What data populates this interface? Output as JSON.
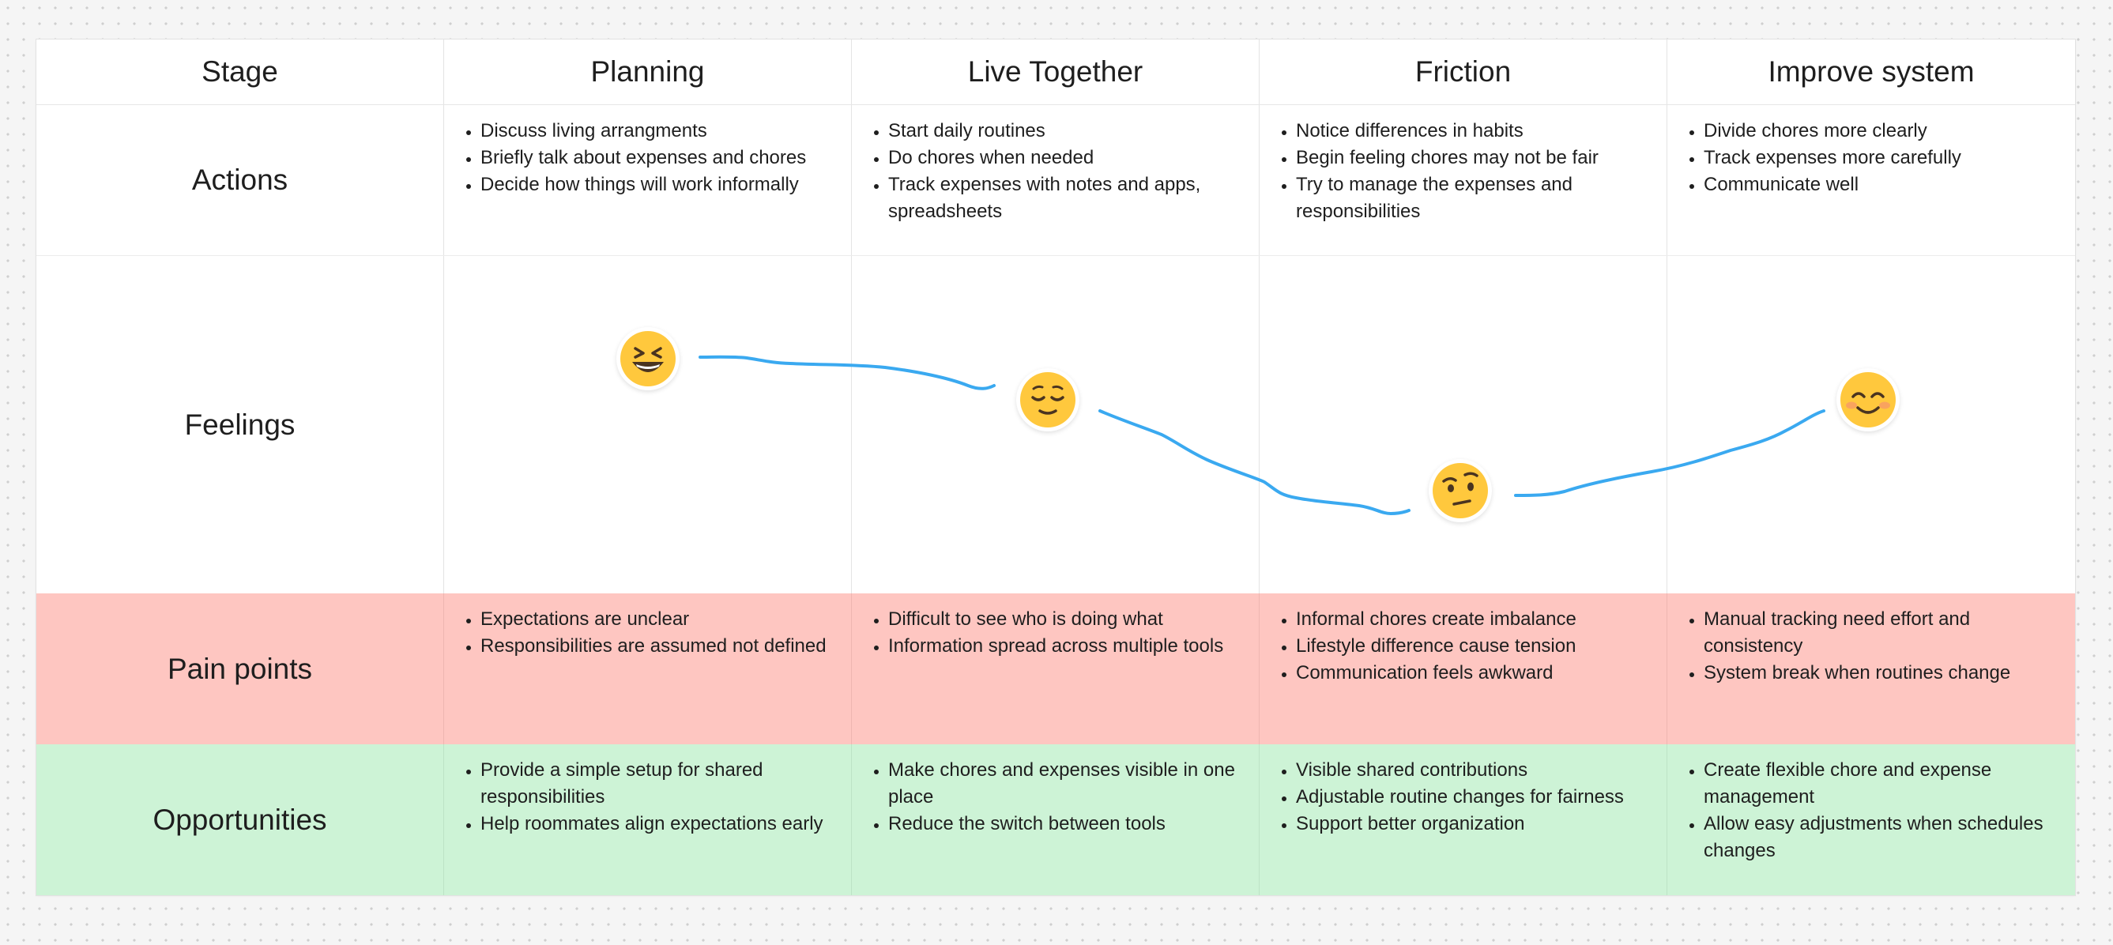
{
  "stages": {
    "label": "Stage",
    "columns": [
      "Planning",
      "Live Together",
      "Friction",
      "Improve system"
    ]
  },
  "rows": {
    "actions": {
      "label": "Actions",
      "cells": [
        [
          "Discuss living arrangments",
          "Briefly talk about expenses and chores",
          "Decide how things will work informally"
        ],
        [
          "Start daily routines",
          "Do chores when needed",
          "Track expenses with notes and apps, spreadsheets"
        ],
        [
          "Notice differences in habits",
          "Begin feeling chores may not be fair",
          "Try to manage the expenses and responsibilities"
        ],
        [
          "Divide chores more clearly",
          "Track expenses more carefully",
          "Communicate well"
        ]
      ]
    },
    "feelings": {
      "label": "Feelings",
      "emojis": [
        "grinning-squinting-face-icon",
        "relieved-face-icon",
        "face-with-raised-eyebrow-icon",
        "smiling-face-with-smiling-eyes-icon"
      ]
    },
    "pains": {
      "label": "Pain points",
      "cells": [
        [
          "Expectations are unclear",
          "Responsibilities are assumed not defined"
        ],
        [
          "Difficult to see who is doing what",
          "Information spread across multiple tools"
        ],
        [
          "Informal chores create imbalance",
          "Lifestyle difference cause tension",
          "Communication feels awkward"
        ],
        [
          "Manual tracking need effort and consistency",
          "System break when routines change"
        ]
      ]
    },
    "opps": {
      "label": "Opportunities",
      "cells": [
        [
          "Provide a simple setup for shared responsibilities",
          "Help roommates align expectations early"
        ],
        [
          "Make chores and expenses visible in one place",
          "Reduce the switch between tools"
        ],
        [
          "Visible shared contributions",
          "Adjustable routine changes for fairness",
          "Support better organization"
        ],
        [
          "Create flexible chore and expense management",
          "Allow easy adjustments when schedules changes"
        ]
      ]
    }
  },
  "colors": {
    "pain_row": "#fec6c1",
    "opportunity_row": "#cdf3d6",
    "curve": "#3aa9f0",
    "emoji_yellow": "#ffc83d"
  }
}
